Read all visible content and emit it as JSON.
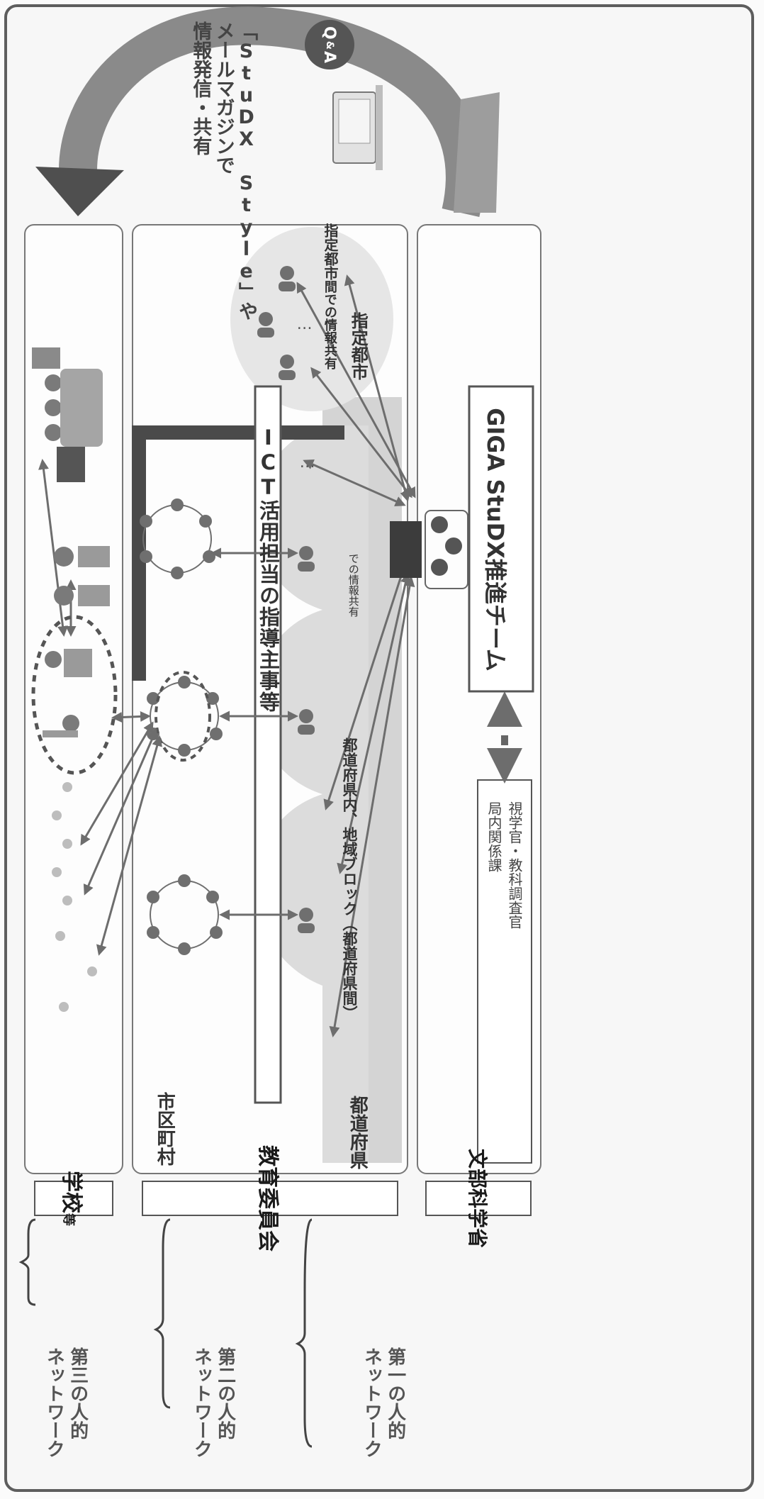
{
  "qa_badge": {
    "q": "Q",
    "amp": "&",
    "a": "A"
  },
  "top_note": {
    "line1": "「StuDX Style」や",
    "line2": "メールマガジンで",
    "line3": "情報発信・共有"
  },
  "columns": {
    "school": {
      "main": "学校",
      "sub": "等"
    },
    "board": {
      "label": "教育委員会"
    },
    "ministry": {
      "label": "文部科学省"
    }
  },
  "networks": {
    "third": {
      "line1": "第三の人的",
      "line2": "ネットワーク"
    },
    "second": {
      "line1": "第二の人的",
      "line2": "ネットワーク"
    },
    "first": {
      "line1": "第一の人的",
      "line2": "ネットワーク"
    }
  },
  "board_area": {
    "municipality": "市区町村",
    "prefecture": "都道府県",
    "designated_city": "指定都市",
    "ict_supervisors": "ICT活用担当の指導主事等",
    "prefecture_sharing_a": "都道府県内、地域ブロック（都道府県間）",
    "prefecture_sharing_b": "での情報共有",
    "city_sharing_a": "指定都市",
    "city_sharing_b": "間での情報共有",
    "ellipsis_mid": "…",
    "ellipsis_city": "…"
  },
  "ministry_area": {
    "team": "GIGA StuDX推進チーム",
    "officials_line1": "視学官・教科調査官",
    "officials_line2": "局内関係課"
  },
  "colors": {
    "arrow_gray": "#707070",
    "people_gray": "#6f6f6f",
    "band_gray": "#c9c9c9"
  }
}
